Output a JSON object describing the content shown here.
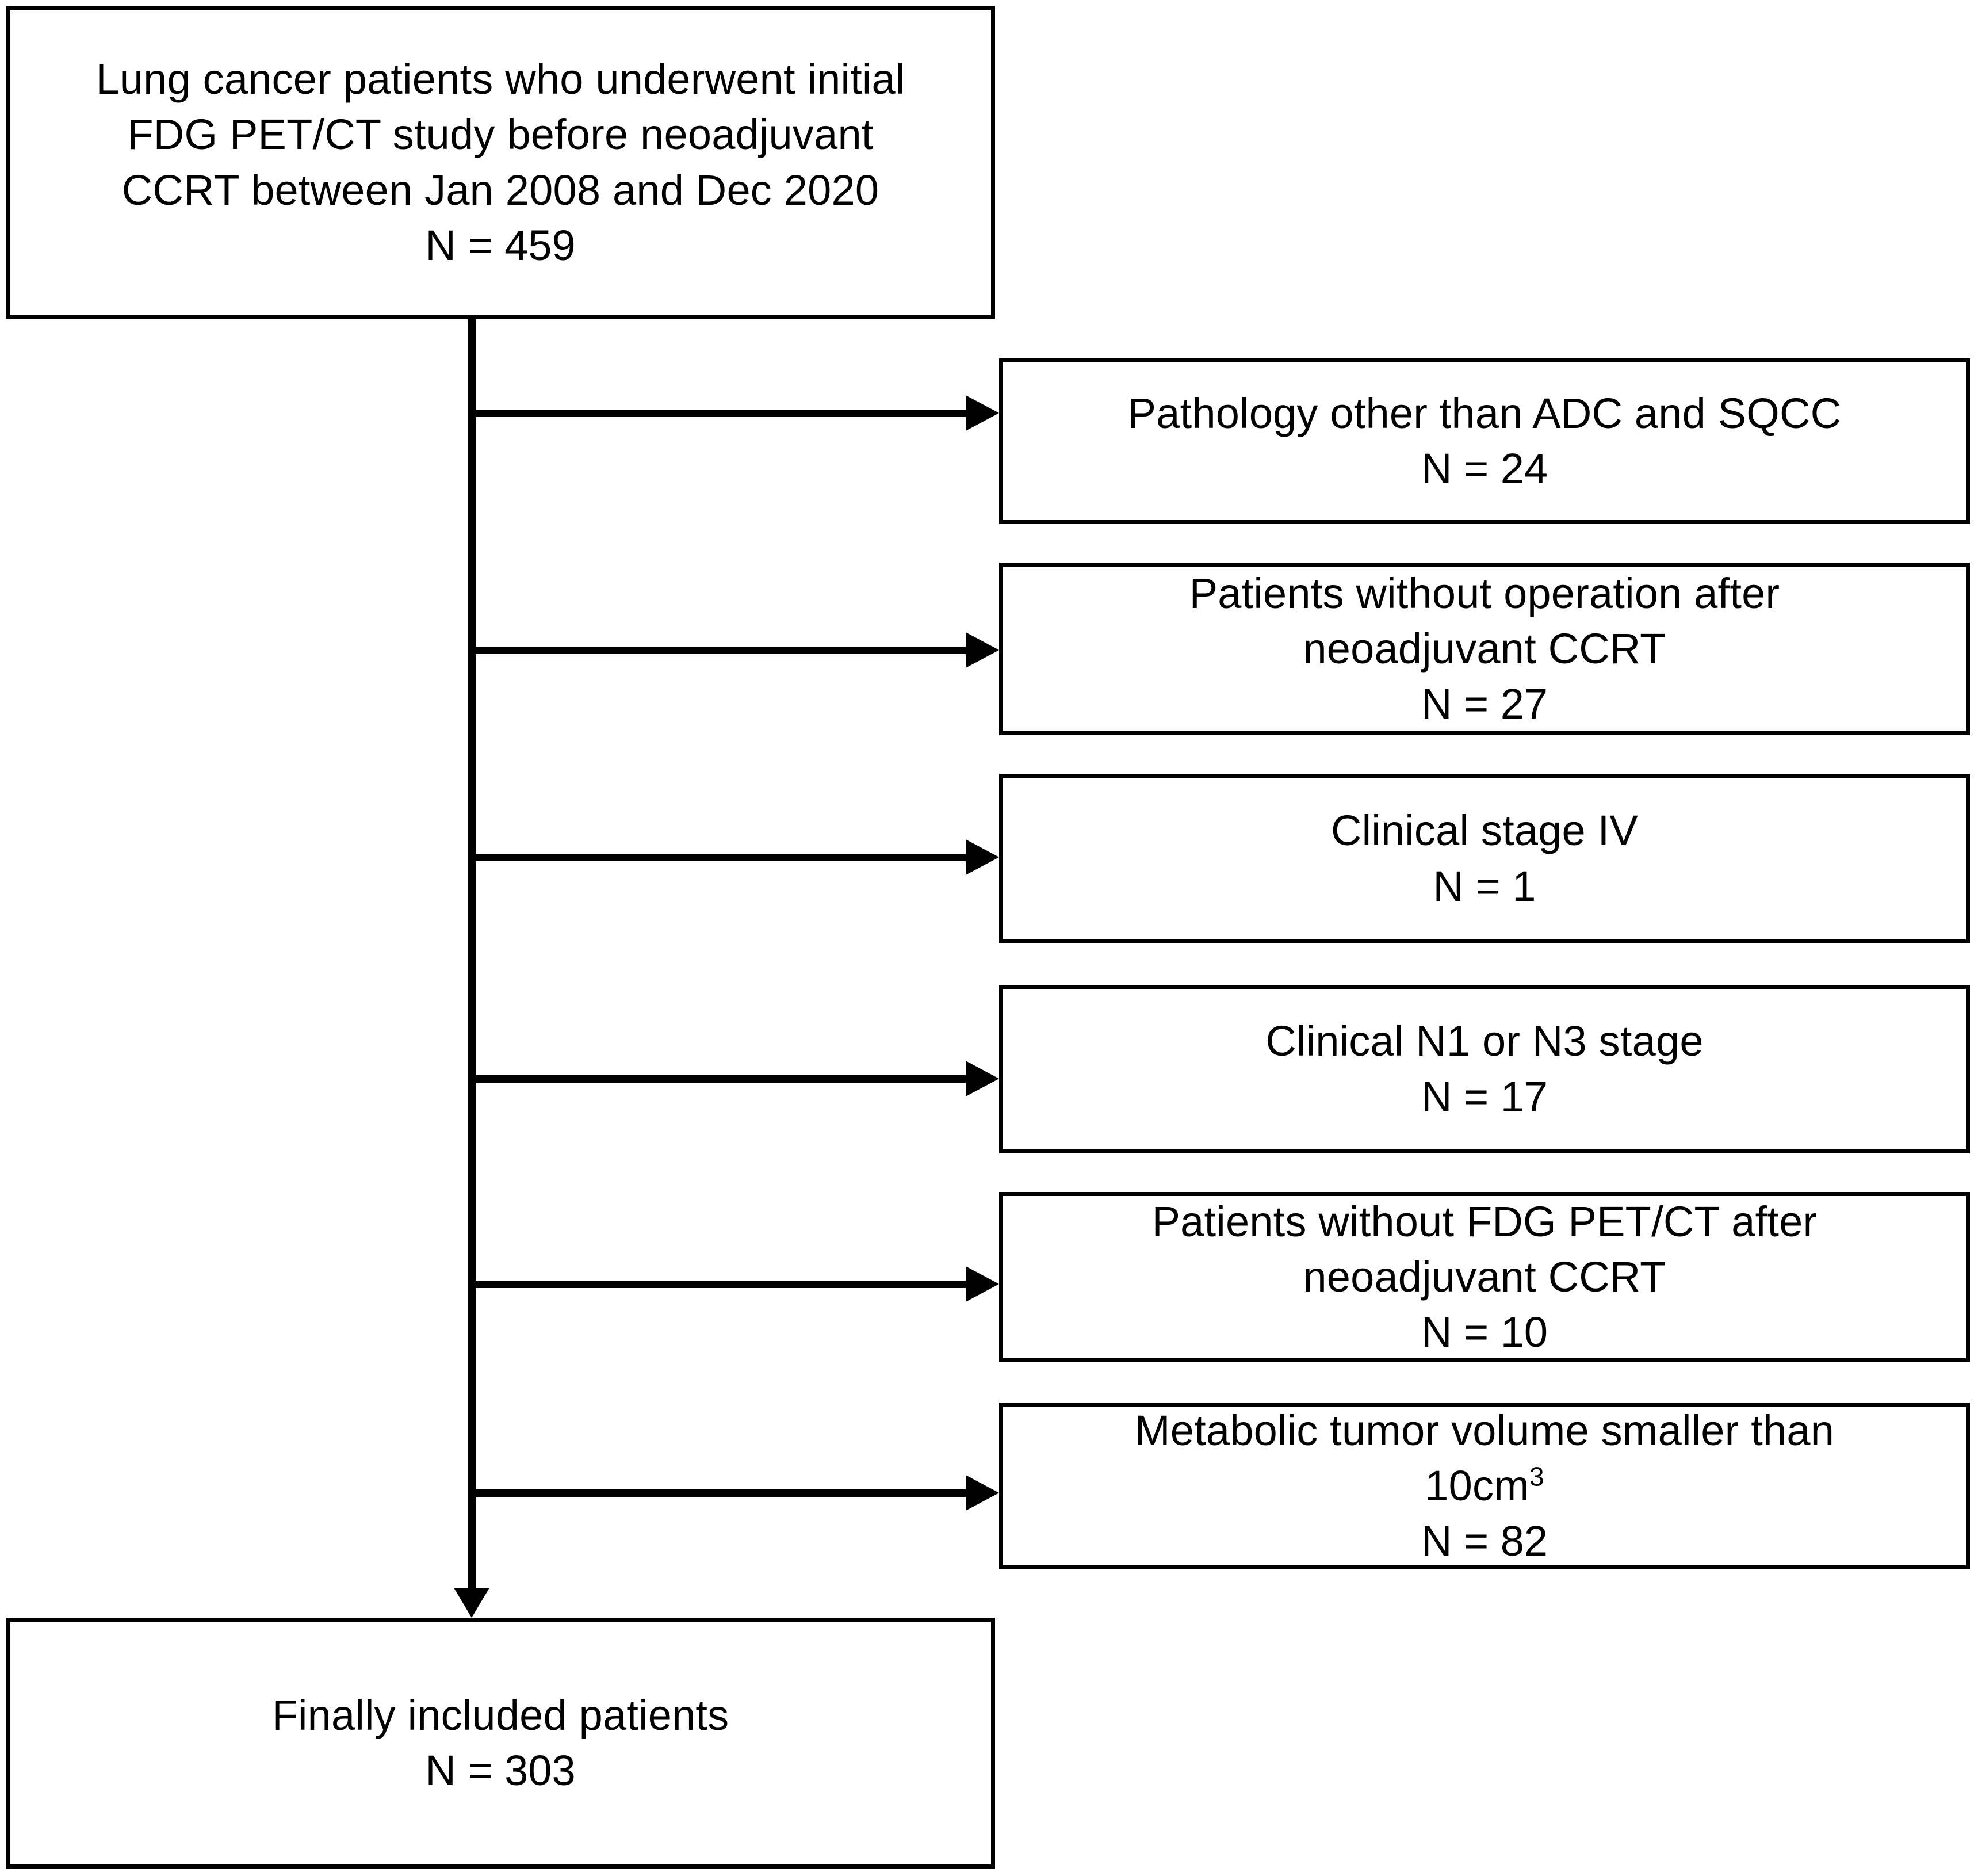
{
  "diagram": {
    "type": "patient-selection-flowchart",
    "title_box": {
      "text": "Lung cancer patients who underwent initial\nFDG PET/CT study before neoadjuvant\nCCRT between Jan 2008 and Dec 2020",
      "count": "N = 459"
    },
    "exclusions": [
      {
        "text": "Pathology other than ADC and SQCC",
        "count": "N = 24"
      },
      {
        "text": "Patients without operation after\nneoadjuvant CCRT",
        "count": "N = 27"
      },
      {
        "text": "Clinical stage IV",
        "count": "N = 1"
      },
      {
        "text": "Clinical N1 or N3 stage",
        "count": "N = 17"
      },
      {
        "text": "Patients without FDG PET/CT after\nneoadjuvant CCRT",
        "count": "N = 10"
      },
      {
        "text_prefix": "Metabolic tumor volume smaller than\n10cm",
        "text_superscript": "3",
        "count": "N = 82"
      }
    ],
    "result_box": {
      "text": "Finally included patients",
      "count": "N = 303"
    },
    "colors": {
      "stroke": "#000000",
      "fill": "#ffffff",
      "text": "#000000"
    }
  }
}
